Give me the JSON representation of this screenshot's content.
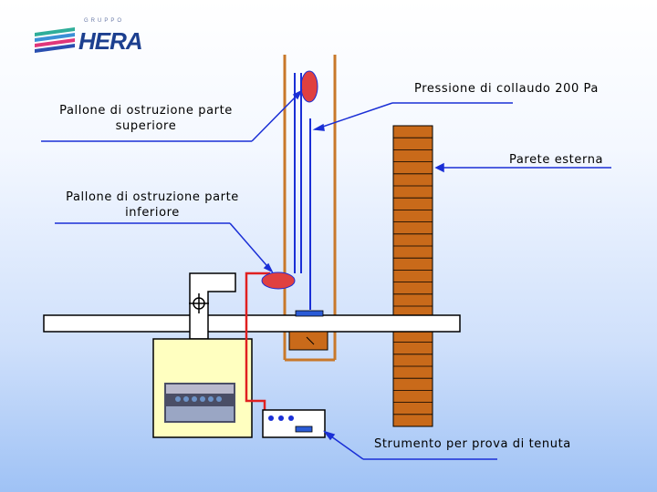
{
  "logo": {
    "group_text": "GRUPPO",
    "brand_text": "HERA"
  },
  "labels": {
    "test_pressure": "Pressione di collaudo 200 Pa",
    "upper_balloon_line1": "Pallone di ostruzione parte",
    "upper_balloon_line2": "superiore",
    "external_wall": "Parete esterna",
    "lower_balloon_line1": "Pallone di ostruzione parte",
    "lower_balloon_line2": "inferiore",
    "test_instrument": "Strumento per prova di tenuta"
  },
  "colors": {
    "chimney": "#c8782a",
    "wall_brick": "#c96a1a",
    "balloon": "#e04040",
    "leader": "#1a2fd6",
    "tube": "#e02020",
    "pipe_outline": "#000000"
  }
}
